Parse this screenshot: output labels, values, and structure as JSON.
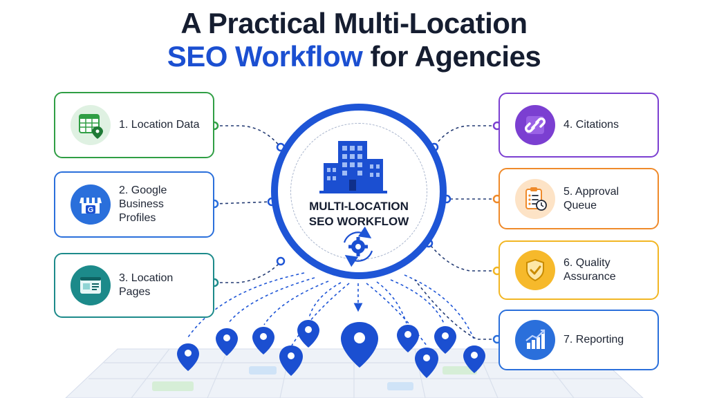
{
  "title": {
    "line1": "A Practical Multi-Location",
    "line2_highlight": "SEO Workflow",
    "line2_rest": " for Agencies"
  },
  "center": {
    "label": "MULTI-LOCATION\nSEO WORKFLOW",
    "icons": [
      "building-icon",
      "gear-cycle-icon"
    ]
  },
  "steps": [
    {
      "label": "1. Location Data",
      "icon": "spreadsheet-map-pin-icon",
      "color": "#2f9e44"
    },
    {
      "label": "2. Google\nBusiness\nProfiles",
      "icon": "storefront-google-icon",
      "color": "#2a6fdb"
    },
    {
      "label": "3. Location\nPages",
      "icon": "web-page-icon",
      "color": "#1c8a8a"
    },
    {
      "label": "4. Citations",
      "icon": "chain-link-icon",
      "color": "#7b3fd1"
    },
    {
      "label": "5. Approval\nQueue",
      "icon": "clipboard-clock-icon",
      "color": "#ef8a2a"
    },
    {
      "label": "6. Quality\nAssurance",
      "icon": "shield-check-icon",
      "color": "#f2b623"
    },
    {
      "label": "7. Reporting",
      "icon": "bar-chart-icon",
      "color": "#2a6fdb"
    }
  ],
  "colors": {
    "accent": "#1b4fd1",
    "title": "#151d30"
  }
}
